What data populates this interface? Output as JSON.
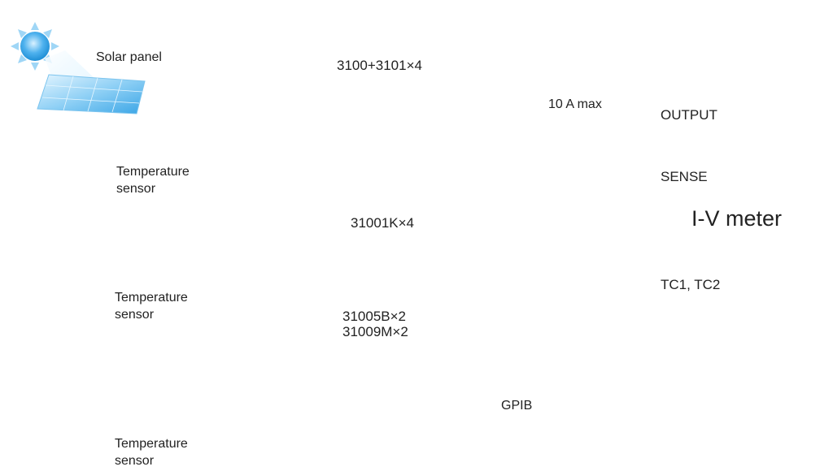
{
  "labels": {
    "solar_panel": "Solar panel",
    "temp_sensor_1": "Temperature\nsensor",
    "temp_sensor_2": "Temperature\nsensor",
    "temp_sensor_3": "Temperature\nsensor",
    "mainframe": "3100+3101×4",
    "card_1": "31001K×4",
    "card_2_line1": "31005B×2",
    "card_2_line2": "31009M×2",
    "current_note": "10 A max",
    "meter_output": "OUTPUT",
    "meter_sense": "SENSE",
    "meter_title": "I-V meter",
    "meter_tc": "TC1, TC2",
    "bus": "GPIB"
  },
  "colors": {
    "line": "#333333",
    "panel_light": "#bfe7ff",
    "panel_dark": "#3aa5e6",
    "sun_core": "#4fb2ee",
    "sun_ray": "#9fd6f6"
  }
}
